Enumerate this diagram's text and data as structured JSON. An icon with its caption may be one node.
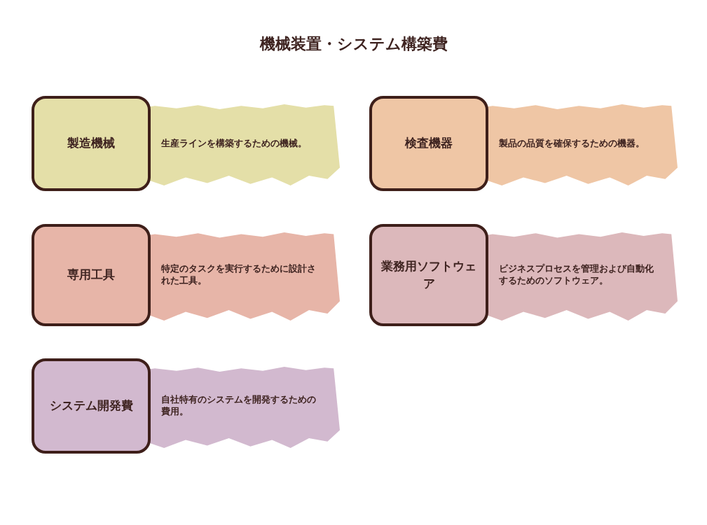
{
  "diagram": {
    "title": "機械装置・システム構築費",
    "nodes": [
      {
        "text": [
          "製造機械",
          "生産ラインを構築するための機械。"
        ]
      },
      {
        "text": [
          "検査機器",
          "製品の品質を確保するための機器。"
        ]
      },
      {
        "text": [
          "専用工具",
          "特定のタスクを実行するために設計された工具。"
        ]
      },
      {
        "text": [
          "業務用ソフトウェア",
          "ビジネスプロセスを管理および自動化するためのソフトウェア。"
        ]
      },
      {
        "text": [
          "システム開発費",
          "自社特有のシステムを開発するための費用。"
        ]
      }
    ]
  }
}
